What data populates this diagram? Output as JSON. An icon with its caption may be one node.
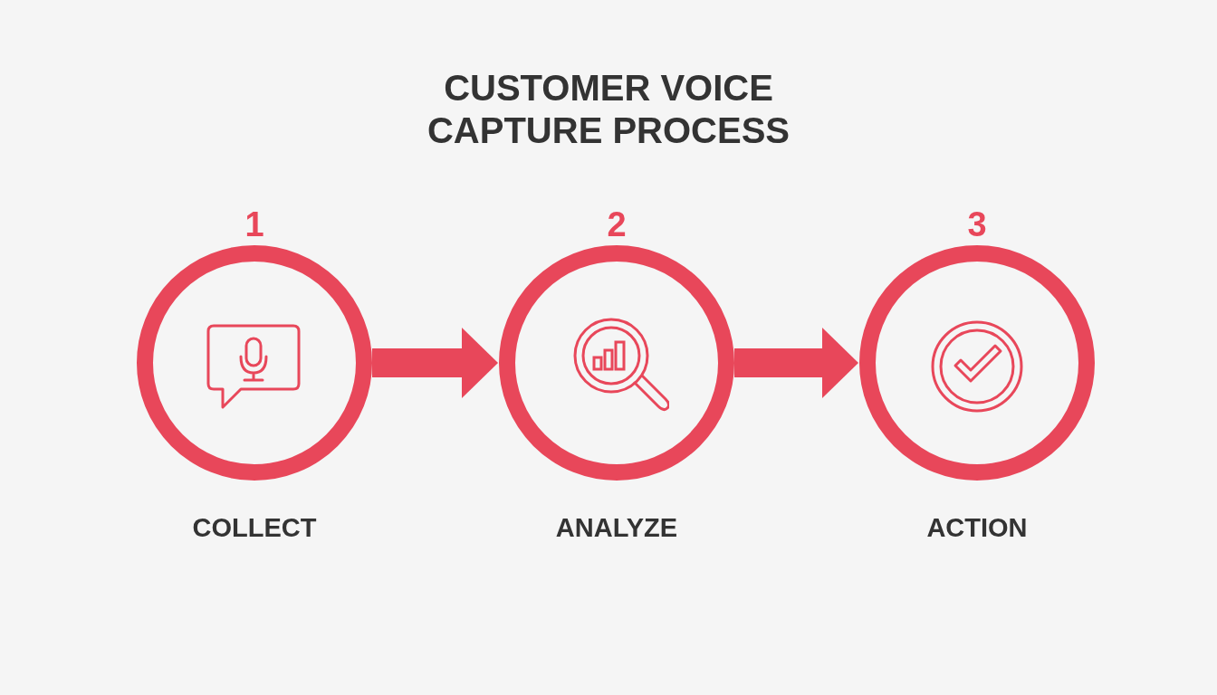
{
  "diagram": {
    "title": "CUSTOMER VOICE CAPTURE PROCESS",
    "nodes": [
      {
        "text": [
          "1",
          "COLLECT"
        ]
      },
      {
        "text": [
          "2",
          "ANALYZE"
        ]
      },
      {
        "text": [
          "3",
          "ACTION"
        ]
      }
    ],
    "edges": [
      {
        "from": 0,
        "to": 1,
        "arrow": "to"
      },
      {
        "from": 1,
        "to": 2,
        "arrow": "to"
      }
    ]
  }
}
